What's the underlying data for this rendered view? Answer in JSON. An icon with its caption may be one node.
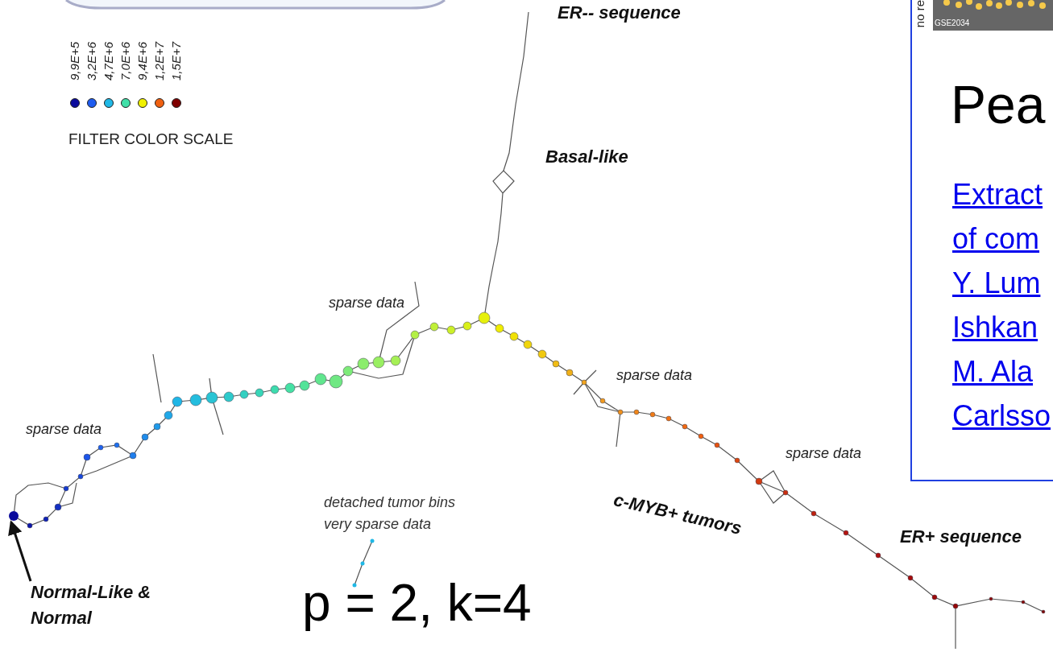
{
  "diagram": {
    "nodes": [
      {
        "text": [
          "Normal-Like & Normal"
        ]
      },
      {
        "text": [],
        "shape": "circle"
      }
    ],
    "edges": [
      {
        "from": 0,
        "to": 1,
        "arrow": "to"
      }
    ],
    "labels": [
      "no re",
      "GSE2034",
      "ER-- sequence",
      "Pea",
      "Basal-like",
      "FILTER COLOR SCALE",
      "Extract",
      "of com",
      "Y. Lum",
      "Ishkan",
      "sparse data",
      "sparse data",
      "M. Ala",
      "sparse data",
      "Carlsso",
      "sparse data",
      "detached tumor bins very sparse data",
      "c-MYB+ tumors",
      "ER+ sequence",
      "p = 2, k=4"
    ],
    "legend": [
      {
        "text": "9,9E+5",
        "color": "#0a0a9c"
      },
      {
        "text": "3,2E+6",
        "color": "#1e5cf0"
      },
      {
        "text": "4,7E+6",
        "color": "#20b8e6"
      },
      {
        "text": "7,0E+6",
        "color": "#40e0a8"
      },
      {
        "text": "9,4E+6",
        "color": "#f0f000"
      },
      {
        "text": "1,2E+7",
        "color": "#f06010"
      },
      {
        "text": "1,5E+7",
        "color": "#800000"
      }
    ]
  }
}
